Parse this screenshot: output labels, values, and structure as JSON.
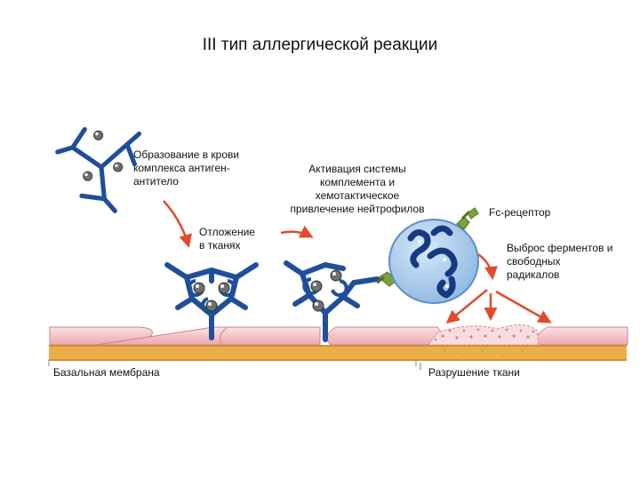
{
  "title": "III тип аллергической реакции",
  "labels": {
    "complex_formation": "Образование в крови\nкомплекса антиген-\nантитело",
    "deposition": "Отложение\nв тканях",
    "complement_activation": "Активация системы\nкомплемента и\nхемотактическое\nпривлечение нейтрофилов",
    "fc_receptor": "Fc-рецептор",
    "enzyme_release": "Выброс ферментов и\nсвободных\nрадикалов",
    "basement_membrane": "Базальная мембрана",
    "tissue_damage": "Разрушение ткани"
  },
  "colors": {
    "antibody": "#1f4e9a",
    "antigen": "#6f6f6f",
    "arrow": "#e24a2c",
    "membrane": "#e9b04a",
    "cell": "#f4c2c6",
    "neutrophil": "#9ec4ea",
    "receptor": "#7aa43a"
  }
}
